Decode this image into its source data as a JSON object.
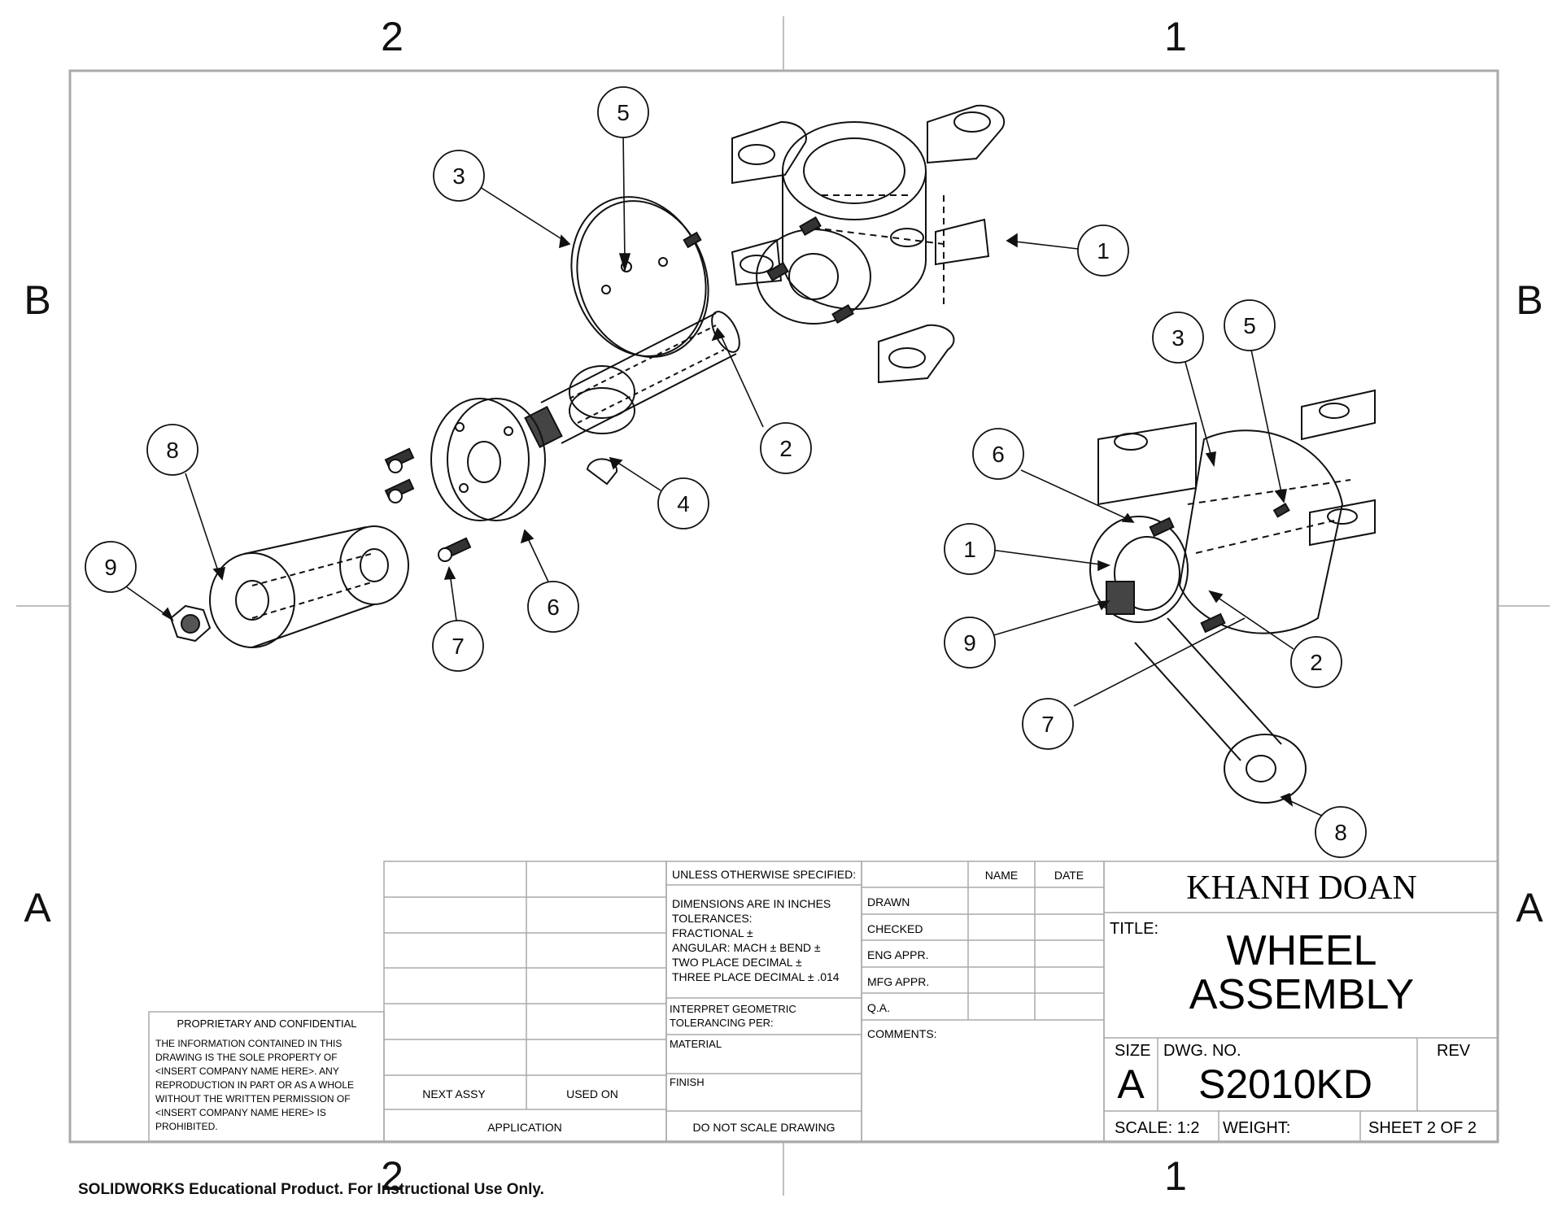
{
  "zones": {
    "top": [
      "2",
      "1"
    ],
    "bottom": [
      "2",
      "1"
    ],
    "left": [
      "B",
      "A"
    ],
    "right": [
      "B",
      "A"
    ]
  },
  "balloons": {
    "exploded": [
      "5",
      "3",
      "1",
      "2",
      "4",
      "8",
      "6",
      "9",
      "7"
    ],
    "assembled": [
      "3",
      "5",
      "6",
      "1",
      "9",
      "2",
      "7",
      "8"
    ]
  },
  "title_block": {
    "company": "KHANH DOAN",
    "title_label": "TITLE:",
    "title_line1": "WHEEL",
    "title_line2": "ASSEMBLY",
    "size_label": "SIZE",
    "size_value": "A",
    "dwg_no_label": "DWG.  NO.",
    "dwg_no_value": "S2010KD",
    "rev_label": "REV",
    "scale": "SCALE: 1:2",
    "weight": "WEIGHT:",
    "sheet": "SHEET 2 OF 2",
    "name_header": "NAME",
    "date_header": "DATE",
    "roles": [
      "DRAWN",
      "CHECKED",
      "ENG APPR.",
      "MFG APPR.",
      "Q.A."
    ],
    "comments": "COMMENTS:"
  },
  "tolerance_block": {
    "header": "UNLESS OTHERWISE SPECIFIED:",
    "lines": [
      "DIMENSIONS ARE IN INCHES",
      "TOLERANCES:",
      "FRACTIONAL ±",
      "ANGULAR: MACH ±     BEND  ±",
      "TWO PLACE DECIMAL    ±",
      "THREE PLACE DECIMAL   ± .014"
    ],
    "interpret": [
      "INTERPRET GEOMETRIC",
      "TOLERANCING PER:"
    ],
    "material": "MATERIAL",
    "finish": "FINISH",
    "no_scale": "DO NOT SCALE DRAWING"
  },
  "application_block": {
    "next_assy": "NEXT ASSY",
    "used_on": "USED ON",
    "application": "APPLICATION"
  },
  "proprietary": {
    "header": "PROPRIETARY AND CONFIDENTIAL",
    "lines": [
      "THE INFORMATION CONTAINED IN THIS",
      "DRAWING IS THE SOLE PROPERTY OF",
      "<INSERT COMPANY NAME HERE>.  ANY",
      "REPRODUCTION IN PART OR AS A WHOLE",
      "WITHOUT THE WRITTEN PERMISSION OF",
      "<INSERT COMPANY NAME HERE> IS",
      "PROHIBITED."
    ]
  },
  "footer": "SOLIDWORKS Educational Product. For Instructional Use Only."
}
